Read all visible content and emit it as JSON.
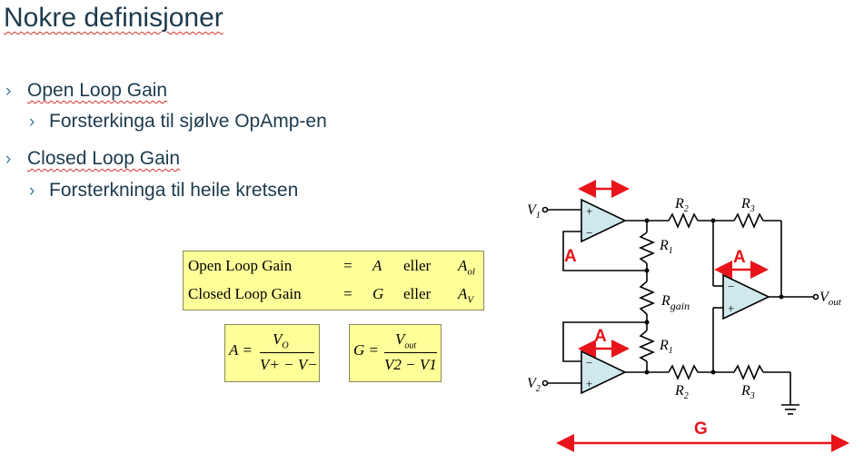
{
  "slide": {
    "title": "Nokre definisjoner",
    "bullets": [
      {
        "label": "Open Loop Gain",
        "sub": "Forsterkinga til sjølve OpAmp-en"
      },
      {
        "label": "Closed Loop Gain",
        "sub": "Forsterkninga til heile kretsen"
      }
    ],
    "bullet_marker": "›"
  },
  "table": {
    "rows": [
      {
        "name": "Open Loop Gain",
        "eq": "=",
        "sym": "A",
        "or": "eller",
        "alt": "A",
        "alt_sub": "ol"
      },
      {
        "name": "Closed Loop Gain",
        "eq": "=",
        "sym": "G",
        "or": "eller",
        "alt": "A",
        "alt_sub": "V"
      }
    ]
  },
  "formulas": {
    "open": {
      "lhs": "A =",
      "num": "V",
      "num_sub": "O",
      "den": "V+ − V−"
    },
    "closed": {
      "lhs": "G =",
      "num": "V",
      "num_sub": "out",
      "den": "V2 − V1"
    }
  },
  "circuit": {
    "labels": {
      "v1": "V",
      "v1_sub": "1",
      "v2": "V",
      "v2_sub": "2",
      "vout": "V",
      "vout_sub": "out",
      "r2_top": "R",
      "r2_top_sub": "2",
      "r3_top": "R",
      "r3_top_sub": "3",
      "r1_top": "R",
      "r1_top_sub": "1",
      "rgain": "R",
      "rgain_sub": "gain",
      "r1_bot": "R",
      "r1_bot_sub": "1",
      "r2_bot": "R",
      "r2_bot_sub": "2",
      "r3_bot": "R",
      "r3_bot_sub": "3",
      "plus": "+",
      "minus": "−"
    },
    "annotations": {
      "a_label": "A",
      "g_label": "G",
      "color": "#e8141a"
    }
  }
}
